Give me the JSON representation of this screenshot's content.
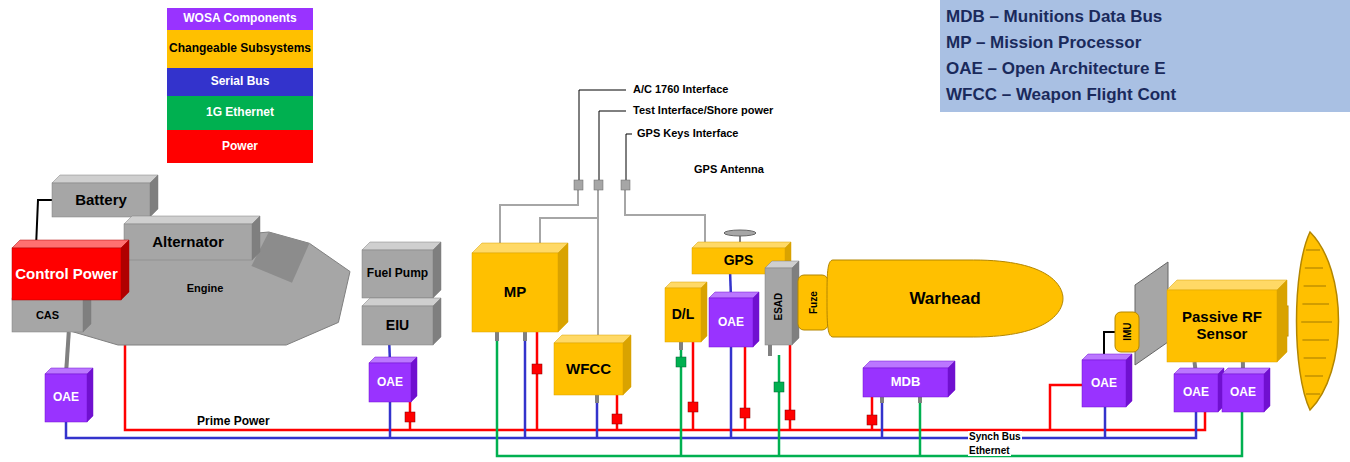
{
  "diagram": {
    "nodes": [
      {
        "text": [
          "Battery"
        ]
      },
      {
        "text": [
          "Alternator"
        ]
      },
      {
        "text": [
          "Control Power"
        ]
      },
      {
        "text": [
          "CAS"
        ]
      },
      {
        "text": [
          "Engine"
        ]
      },
      {
        "text": [
          "OAE"
        ]
      },
      {
        "text": [
          "Fuel Pump"
        ]
      },
      {
        "text": [
          "EIU"
        ]
      },
      {
        "text": [
          "OAE"
        ]
      },
      {
        "text": [
          "MP"
        ]
      },
      {
        "text": [
          "WFCC"
        ]
      },
      {
        "text": [
          "D/L"
        ]
      },
      {
        "text": [
          "GPS"
        ]
      },
      {
        "text": [
          "OAE"
        ]
      },
      {
        "text": [
          "ESAD"
        ]
      },
      {
        "text": [
          "Fuze"
        ]
      },
      {
        "text": [
          "Warhead"
        ]
      },
      {
        "text": [
          "MDB"
        ]
      },
      {
        "text": [
          "IMU"
        ]
      },
      {
        "text": [
          "OAE"
        ]
      },
      {
        "text": [
          "Passive RF Sensor"
        ]
      },
      {
        "text": [
          "OAE"
        ]
      },
      {
        "text": [
          "OAE"
        ]
      },
      {
        "text": [
          "MDB – Munitions Data Bus",
          "MP – Mission Processor",
          "OAE – Open Architecture E",
          "WFCC – Weapon Flight Cont"
        ]
      }
    ],
    "edges": [
      {
        "from": 0,
        "to": 2,
        "arrow": "none"
      },
      {
        "from": 2,
        "to": 1,
        "arrow": "none"
      },
      {
        "from": 3,
        "to": 5,
        "arrow": "none"
      },
      {
        "from": 6,
        "to": 7,
        "arrow": "none"
      },
      {
        "from": 7,
        "to": 8,
        "arrow": "none"
      },
      {
        "from": 12,
        "to": 13,
        "arrow": "none"
      },
      {
        "from": 18,
        "to": 19,
        "arrow": "none"
      },
      {
        "from": 20,
        "to": 21,
        "arrow": "none"
      },
      {
        "from": 20,
        "to": 22,
        "arrow": "none"
      }
    ],
    "labels": [
      "A/C 1760 Interface",
      "Test Interface/Shore power",
      "GPS Keys Interface",
      "GPS Antenna",
      "Prime Power",
      "Synch Bus",
      "Ethernet"
    ],
    "legend": [
      {
        "text": "WOSA Components",
        "color": "#9933ff"
      },
      {
        "text": "Changeable Subsystems",
        "color": "#ffc000"
      },
      {
        "text": "Serial Bus",
        "color": "#3333cc"
      },
      {
        "text": "1G Ethernet",
        "color": "#00b050"
      },
      {
        "text": "Power",
        "color": "#ff0000"
      }
    ]
  }
}
